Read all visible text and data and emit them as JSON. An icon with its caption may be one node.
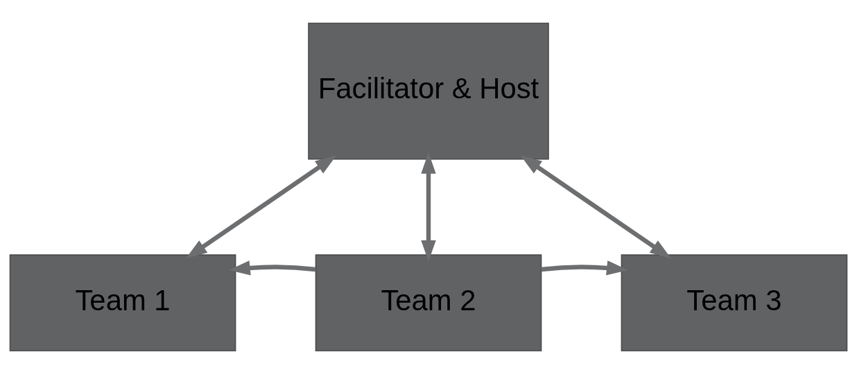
{
  "diagram": {
    "nodes": [
      {
        "text": [
          "Facilitator & Host"
        ]
      },
      {
        "text": [
          "Team 1"
        ]
      },
      {
        "text": [
          "Team 2"
        ]
      },
      {
        "text": [
          "Team 3"
        ]
      }
    ],
    "edges": [
      {
        "from": 0,
        "to": 1,
        "arrow": "both"
      },
      {
        "from": 0,
        "to": 2,
        "arrow": "both"
      },
      {
        "from": 0,
        "to": 3,
        "arrow": "both"
      },
      {
        "from": 2,
        "to": 1,
        "arrow": "to"
      },
      {
        "from": 2,
        "to": 3,
        "arrow": "to"
      }
    ]
  }
}
